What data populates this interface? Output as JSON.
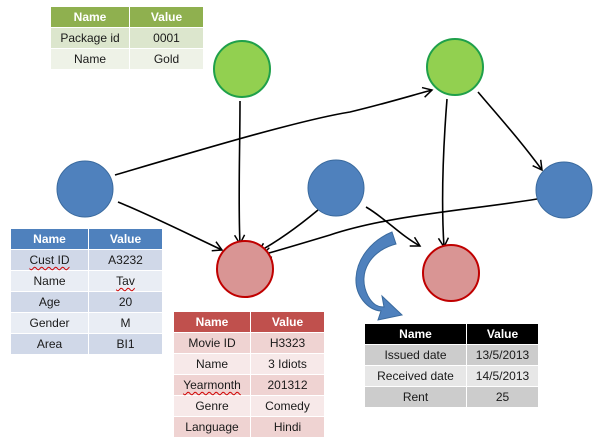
{
  "diagram": {
    "colors": {
      "package_fill": "#92d050",
      "package_stroke": "#1fa04a",
      "customer_fill": "#4f81bd",
      "customer_stroke": "#3a6a9e",
      "movie_fill": "#d99594",
      "movie_stroke": "#c00000",
      "edge": "#000000",
      "curved_arrow": "#4f81bd"
    },
    "nodes": [
      {
        "id": "package-1",
        "type": "package"
      },
      {
        "id": "package-2",
        "type": "package"
      },
      {
        "id": "customer-1",
        "type": "customer"
      },
      {
        "id": "customer-2",
        "type": "customer"
      },
      {
        "id": "customer-3",
        "type": "customer"
      },
      {
        "id": "movie-1",
        "type": "movie"
      },
      {
        "id": "movie-2",
        "type": "movie"
      }
    ],
    "edges": [
      {
        "from": "package-1",
        "to": "movie-1"
      },
      {
        "from": "package-2",
        "to": "movie-2"
      },
      {
        "from": "package-2",
        "to": "customer-3"
      },
      {
        "from": "customer-1",
        "to": "package-2"
      },
      {
        "from": "customer-1",
        "to": "movie-1"
      },
      {
        "from": "customer-2",
        "to": "movie-1"
      },
      {
        "from": "customer-2",
        "to": "movie-2"
      },
      {
        "from": "customer-3",
        "to": "movie-1"
      }
    ]
  },
  "tables": {
    "package": {
      "headers": [
        "Name",
        "Value"
      ],
      "rows": [
        [
          "Package id",
          "0001"
        ],
        [
          "Name",
          "Gold"
        ]
      ]
    },
    "customer": {
      "headers": [
        "Name",
        "Value"
      ],
      "rows": [
        [
          "Cust ID",
          "A3232"
        ],
        [
          "Name",
          "Tav"
        ],
        [
          "Age",
          "20"
        ],
        [
          "Gender",
          "M"
        ],
        [
          "Area",
          "BI1"
        ]
      ]
    },
    "movie": {
      "headers": [
        "Name",
        "Value"
      ],
      "rows": [
        [
          "Movie ID",
          "H3323"
        ],
        [
          "Name",
          "3 Idiots"
        ],
        [
          "Yearmonth",
          "201312"
        ],
        [
          "Genre",
          "Comedy"
        ],
        [
          "Language",
          "Hindi"
        ]
      ]
    },
    "rental": {
      "headers": [
        "Name",
        "Value"
      ],
      "rows": [
        [
          "Issued date",
          "13/5/2013"
        ],
        [
          "Received date",
          "14/5/2013"
        ],
        [
          "Rent",
          "25"
        ]
      ]
    }
  }
}
